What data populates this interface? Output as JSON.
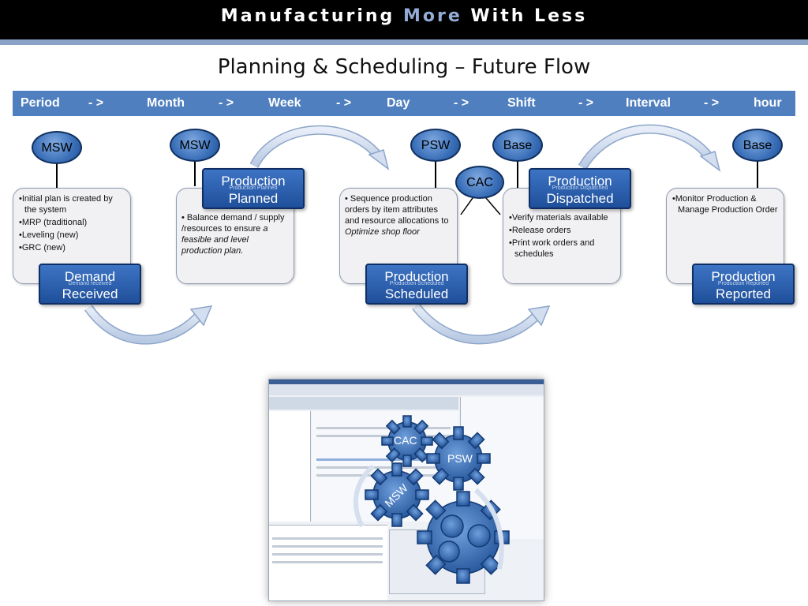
{
  "banner": {
    "part1": "Manufacturing ",
    "part2": "More",
    "part3": " With Less"
  },
  "page_title": "Planning & Scheduling – Future Flow",
  "timeline": [
    "Period",
    "- >",
    "Month",
    "- >",
    "Week",
    "- >",
    "Day",
    "- >",
    "Shift",
    "- >",
    "Interval",
    "- >",
    "hour"
  ],
  "ovals": {
    "o1": "MSW",
    "o2": "MSW",
    "o3": "PSW",
    "o4": "CAC",
    "o5": "Base",
    "o6": "Base"
  },
  "cards": {
    "c1": [
      "Initial plan is created by the system",
      "MRP (traditional)",
      "Leveling (new)",
      "GRC (new)"
    ],
    "c2": {
      "a": "Balance demand / supply /resources to ensure ",
      "b": "a feasible and level production plan."
    },
    "c3": {
      "a": "Sequence production orders by item attributes and resource allocations to  ",
      "b": "Optimize shop floor"
    },
    "c4": [
      "Verify materials available",
      "Release orders",
      "Print work orders and schedules"
    ],
    "c5": [
      "Monitor Production & Manage Production Order"
    ]
  },
  "stages": {
    "s1": {
      "l1": "Demand",
      "l2": "Received",
      "sub": "Demand received"
    },
    "s2": {
      "l1": "Production",
      "l2": "Planned",
      "sub": "Production Planned"
    },
    "s3": {
      "l1": "Production",
      "l2": "Scheduled",
      "sub": "Production Scheduled"
    },
    "s4": {
      "l1": "Production",
      "l2": "Dispatched",
      "sub": "Production Dispatched"
    },
    "s5": {
      "l1": "Production",
      "l2": "Reported",
      "sub": "Production Reported"
    }
  },
  "gears": [
    "CAC",
    "PSW",
    "MSW"
  ],
  "colors": {
    "banner": "#000000",
    "timeline": "#4f7fbf",
    "stage": "#2d62b0",
    "arrow": "#c5d4ea"
  }
}
